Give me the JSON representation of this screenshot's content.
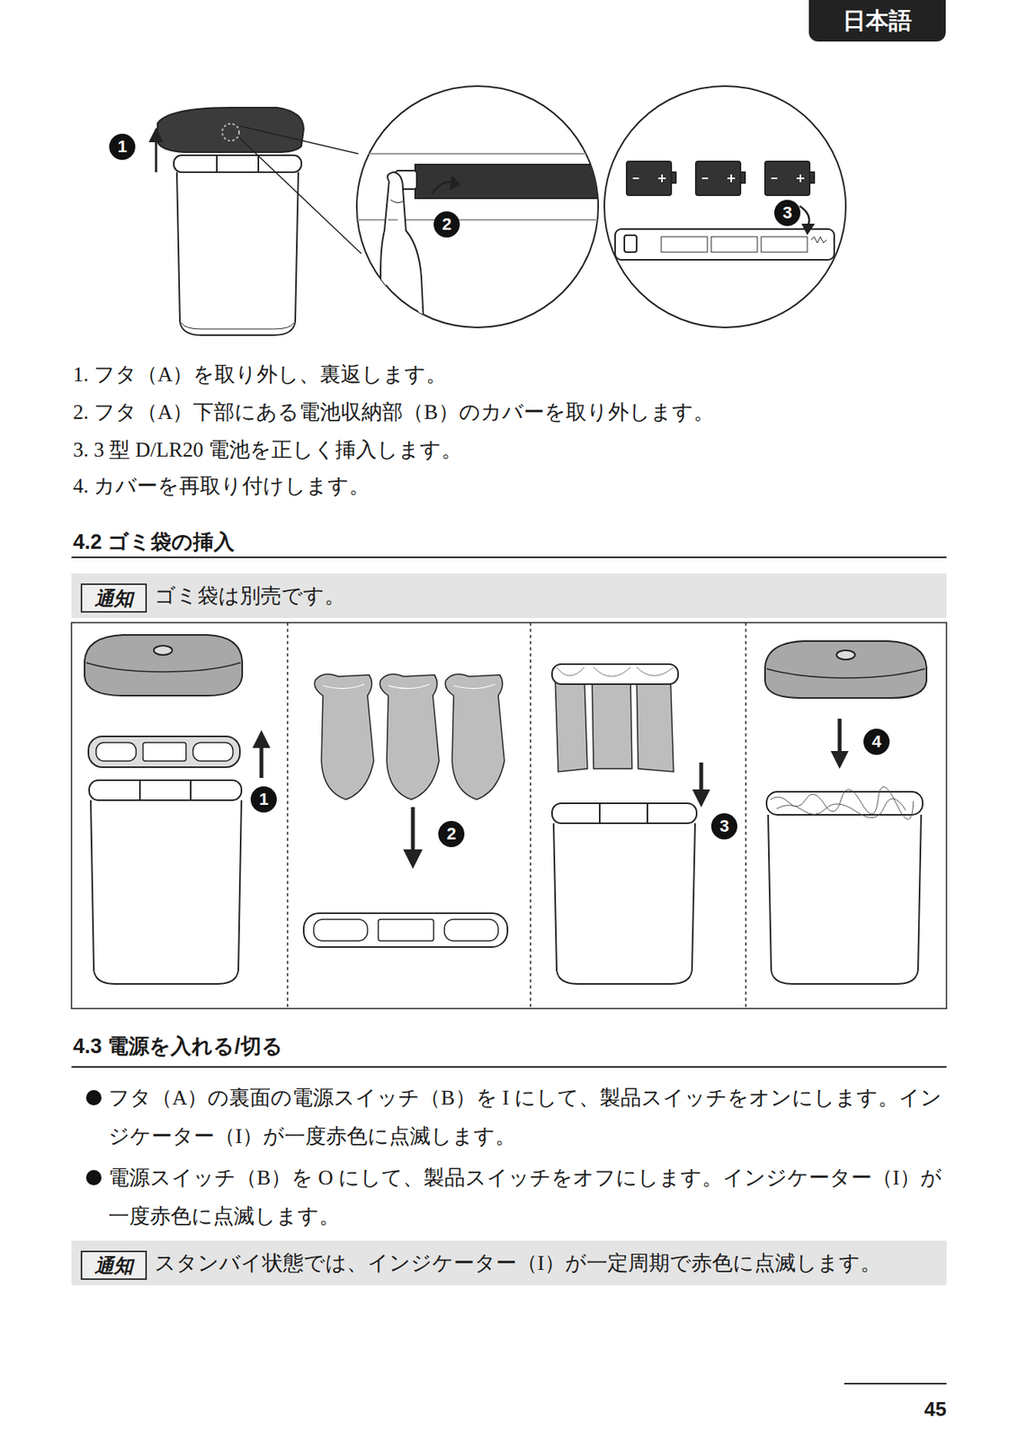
{
  "diagram": {
    "nodes": [
      {
        "text": [
          "日本語"
        ]
      },
      {
        "text": [
          "ゴミ袋は別売です。"
        ]
      },
      {
        "text": [
          "通知"
        ],
        "in": 1
      },
      {
        "text": [
          "スタンバイ状態では、インジケーター（I）が一定周期で赤色に点滅します。"
        ]
      },
      {
        "text": [
          "通知"
        ],
        "in": 3
      }
    ],
    "labels": [
      "1",
      "2",
      "3",
      "1. フタ（A）を取り外し、裏返します。",
      "2. フタ（A）下部にある電池収納部（B）のカバーを取り外します。",
      "3. 3 型 D/LR20 電池を正しく挿入します。",
      "4. カバーを再取り付けします。",
      "4.2 ゴミ袋の挿入",
      "1",
      "2",
      "3",
      "4",
      "4.3 電源を入れる/切る",
      "フタ（A）の裏面の電源スイッチ（B）を I にして、製品スイッチをオンにします。インジケーター（I）が一度赤色に点滅します。",
      "電源スイッチ（B）を O にして、製品スイッチをオフにします。インジケーター（I）が一度赤色に点滅します。",
      "45"
    ]
  }
}
